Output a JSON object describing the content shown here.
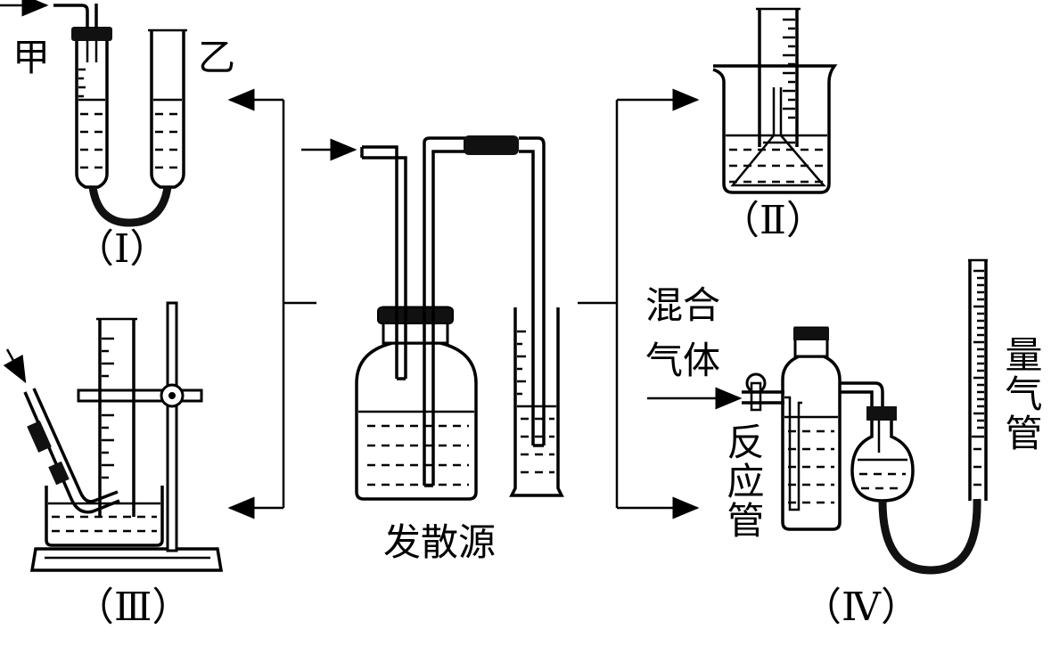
{
  "labels": {
    "jia": "甲",
    "yi": "乙",
    "source": "发散源",
    "mixed_gas": "混合气体",
    "reaction_tube": "反应管",
    "gas_tube": "量气管"
  },
  "captions": {
    "I": "（Ⅰ）",
    "II": "（Ⅱ）",
    "III": "（Ⅲ）",
    "IV": "（Ⅳ）"
  }
}
